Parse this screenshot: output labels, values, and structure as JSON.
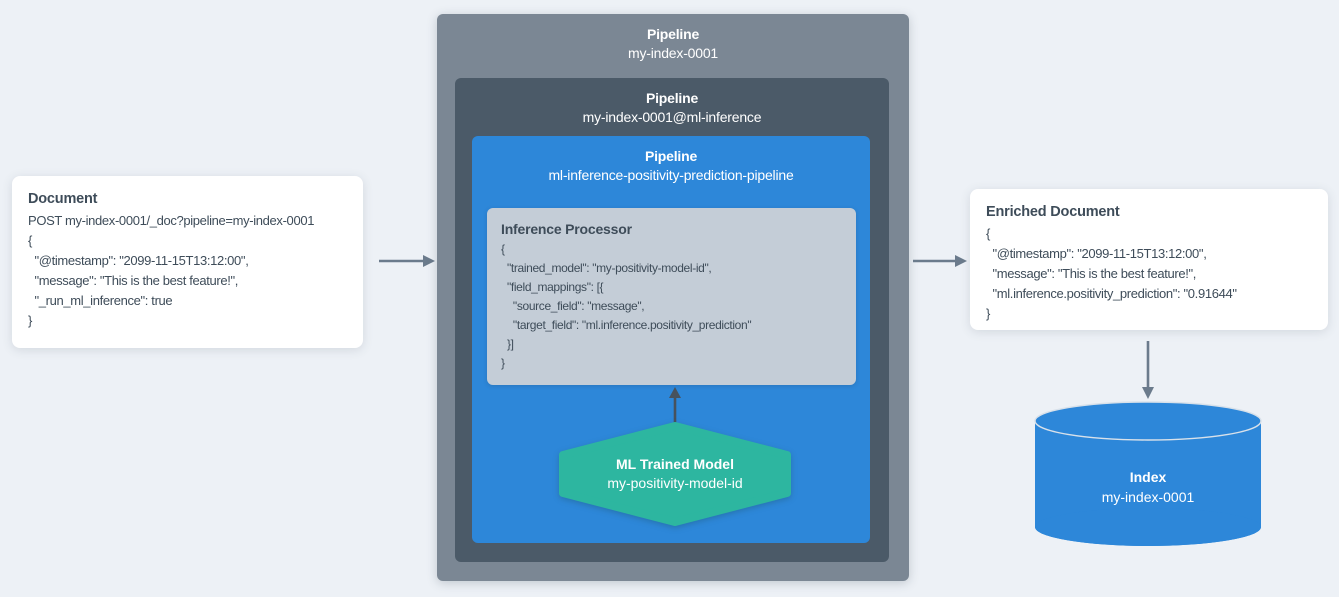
{
  "document_card": {
    "title": "Document",
    "lines": [
      "POST my-index-0001/_doc?pipeline=my-index-0001",
      "{",
      "  \"@timestamp\": \"2099-11-15T13:12:00\",",
      "  \"message\": \"This is the best feature!\",",
      "  \"_run_ml_inference\": true",
      "}"
    ]
  },
  "outer_pipeline": {
    "label": "Pipeline",
    "name": "my-index-0001"
  },
  "ml_inference_pipeline": {
    "label": "Pipeline",
    "name": "my-index-0001@ml-inference"
  },
  "positivity_pipeline": {
    "label": "Pipeline",
    "name": "ml-inference-positivity-prediction-pipeline"
  },
  "inference_processor": {
    "title": "Inference Processor",
    "lines": [
      "{",
      "  \"trained_model\": \"my-positivity-model-id\",",
      "  \"field_mappings\": [{",
      "    \"source_field\": \"message\",",
      "    \"target_field\": \"ml.inference.positivity_prediction\"",
      "  }]",
      "}"
    ]
  },
  "ml_trained_model": {
    "title": "ML Trained Model",
    "name": "my-positivity-model-id"
  },
  "enriched_card": {
    "title": "Enriched Document",
    "lines": [
      "{",
      "  \"@timestamp\": \"2099-11-15T13:12:00\",",
      "  \"message\": \"This is the best feature!\",",
      "  \"ml.inference.positivity_prediction\": \"0.91644\"",
      "}"
    ]
  },
  "index_store": {
    "title": "Index",
    "name": "my-index-0001"
  },
  "colors": {
    "background": "#edf1f6",
    "pipeline_outer": "#7b8794",
    "pipeline_inner": "#4b5a68",
    "pipeline_blue": "#2d87d9",
    "processor_bg": "#c4cdd7",
    "model_teal": "#2db6a0",
    "index_blue": "#2d87d9",
    "cylinder_lid_stroke": "#d8e1ea",
    "arrow_gray": "#6b7b8c",
    "arrow_dark": "#47525d",
    "text": "#3e4c59"
  }
}
